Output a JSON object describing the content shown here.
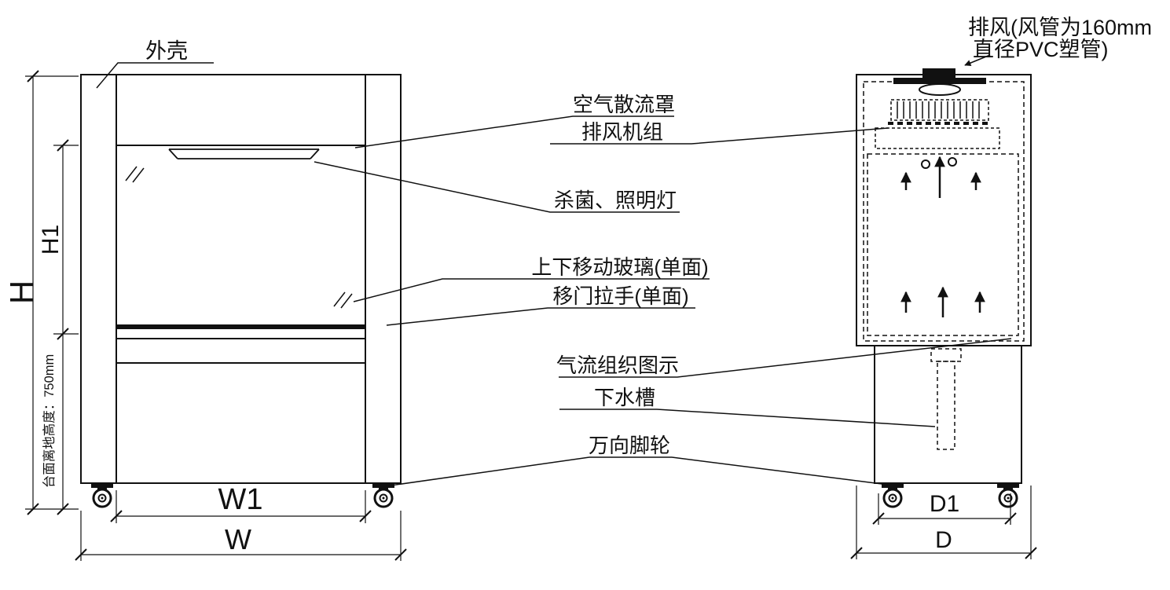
{
  "labels": {
    "shell": "外壳",
    "exhaust_note_line1": "排风(风管为160mm",
    "exhaust_note_line2": "直径PVC塑管)",
    "air_diffuser": "空气散流罩",
    "exhaust_fan_unit": "排风机组",
    "sterilizing_lighting_lamp": "杀菌、照明灯",
    "vertical_sliding_glass": "上下移动玻璃(单面)",
    "sliding_door_handle": "移门拉手(单面)",
    "airflow_pattern": "气流组织图示",
    "drain_sink": "下水槽",
    "universal_casters": "万向脚轮"
  },
  "dimensions": {
    "overall_height": "H",
    "chamber_height": "H1",
    "worktop_floor_height": "台面离地高度：750mm",
    "inner_width": "W1",
    "overall_width": "W",
    "inner_depth": "D1",
    "overall_depth": "D"
  },
  "line_color": "#111111"
}
